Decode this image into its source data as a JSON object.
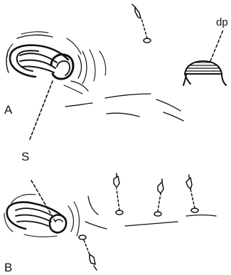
{
  "labels": {
    "panel_a": "A",
    "panel_b": "B",
    "s": "S",
    "dp": "dp"
  },
  "colors": {
    "ink": "#111111",
    "background": "#ffffff"
  }
}
